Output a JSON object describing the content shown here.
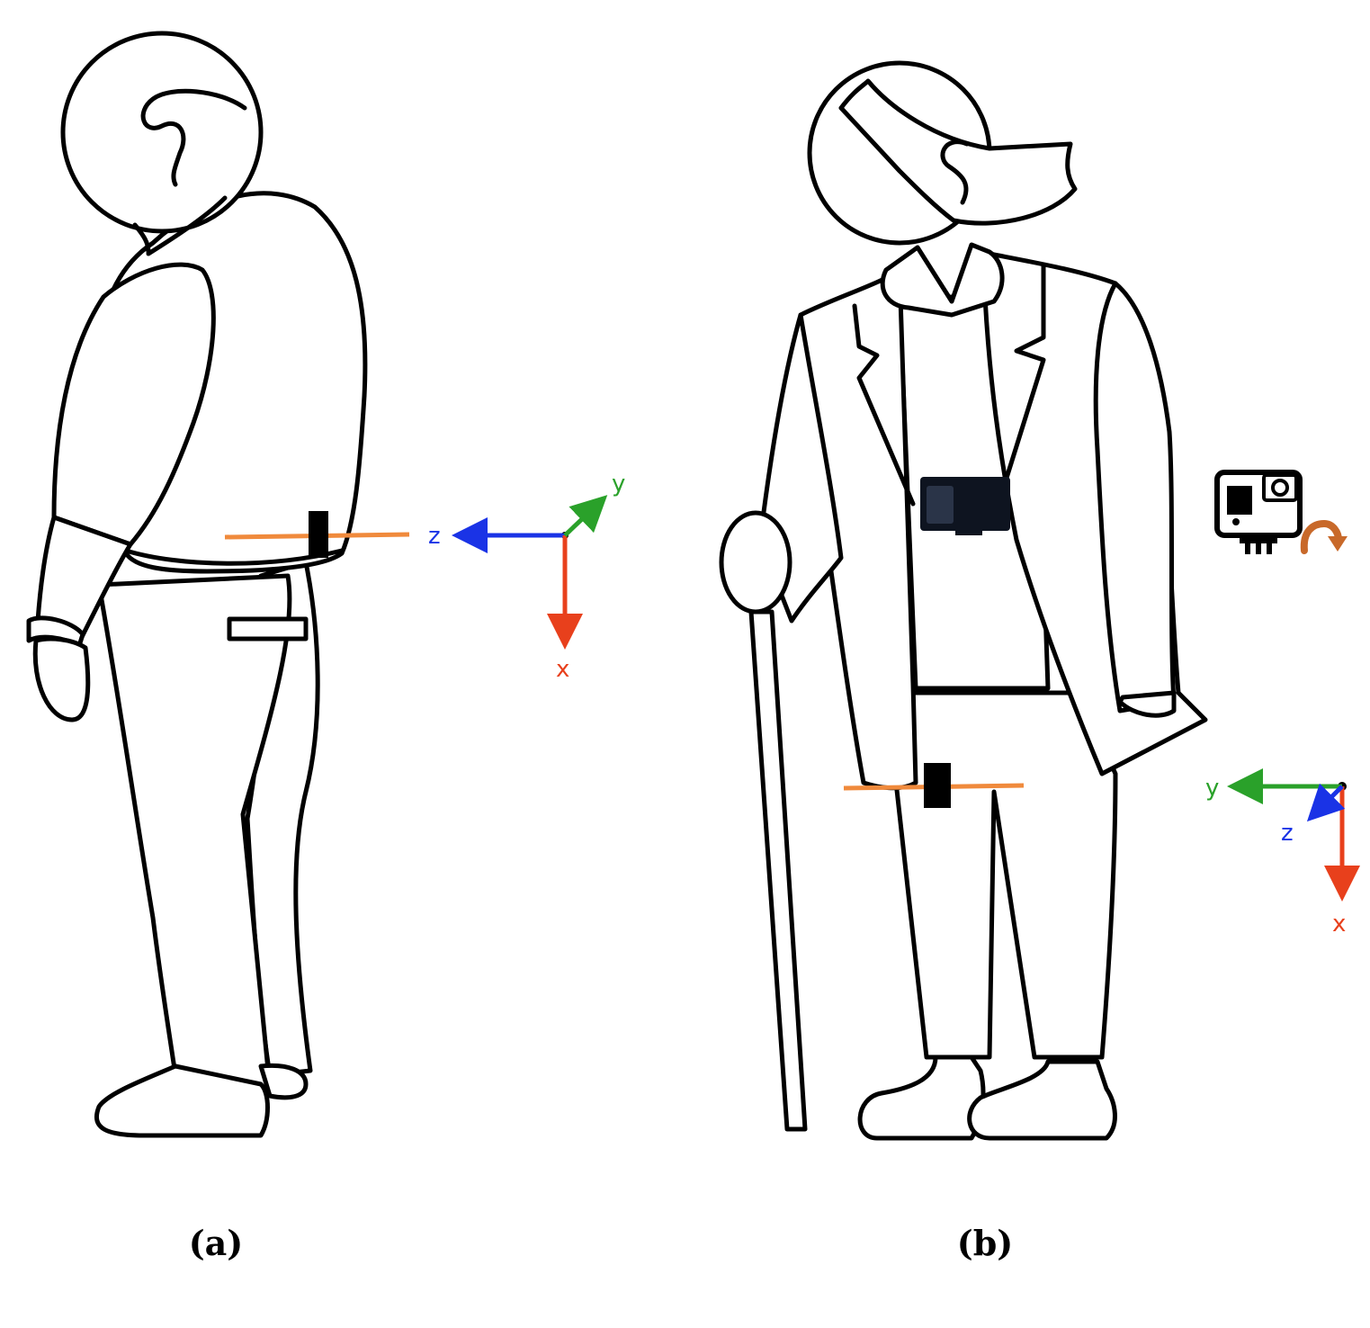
{
  "panels": [
    {
      "label": "(a)"
    },
    {
      "label": "(b)"
    }
  ],
  "axes": {
    "a": {
      "x": "x",
      "y": "y",
      "z": "z"
    },
    "b": {
      "x": "x",
      "y": "y",
      "z": "z"
    }
  },
  "colors": {
    "x_axis": "#e8401c",
    "y_axis": "#2aa12a",
    "z_axis": "#1a33e6",
    "sensor_line": "#f08a3c",
    "rotation_arrow": "#c8692a"
  },
  "icons": {
    "camera": "action-camera-icon",
    "rotation": "rotation-arrow-icon"
  }
}
